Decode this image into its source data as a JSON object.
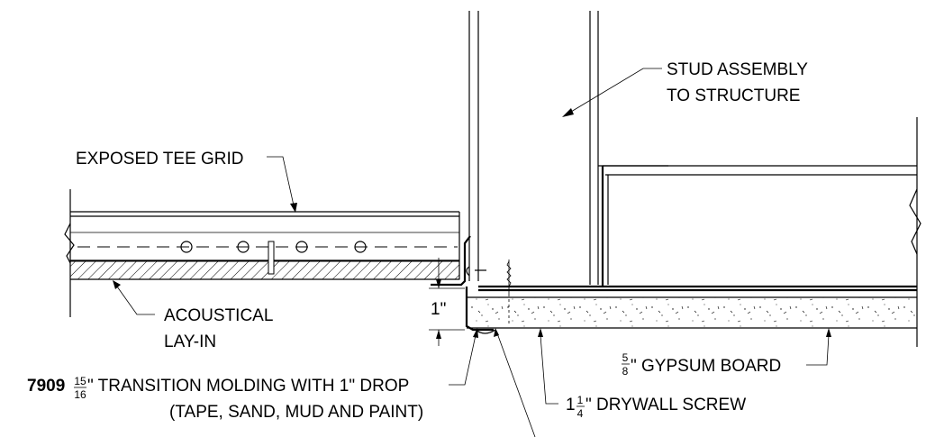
{
  "labels": {
    "stud_assembly_line1": "STUD ASSEMBLY",
    "stud_assembly_line2": "TO STRUCTURE",
    "exposed_tee_grid": "EXPOSED TEE GRID",
    "acoustical_line1": "ACOUSTICAL",
    "acoustical_line2": "LAY-IN",
    "drop_dimension": "1\"",
    "gypsum_fraction_num": "5",
    "gypsum_fraction_den": "8",
    "gypsum_board": "\" GYPSUM BOARD",
    "molding_part_number": "7909",
    "molding_fraction_num": "15",
    "molding_fraction_den": "16",
    "molding_text": "\" TRANSITION MOLDING WITH 1\" DROP",
    "molding_note": "(TAPE, SAND, MUD AND PAINT)",
    "screw_whole": "1",
    "screw_fraction_num": "1",
    "screw_fraction_den": "4",
    "screw_text": "\" DRYWALL SCREW"
  }
}
